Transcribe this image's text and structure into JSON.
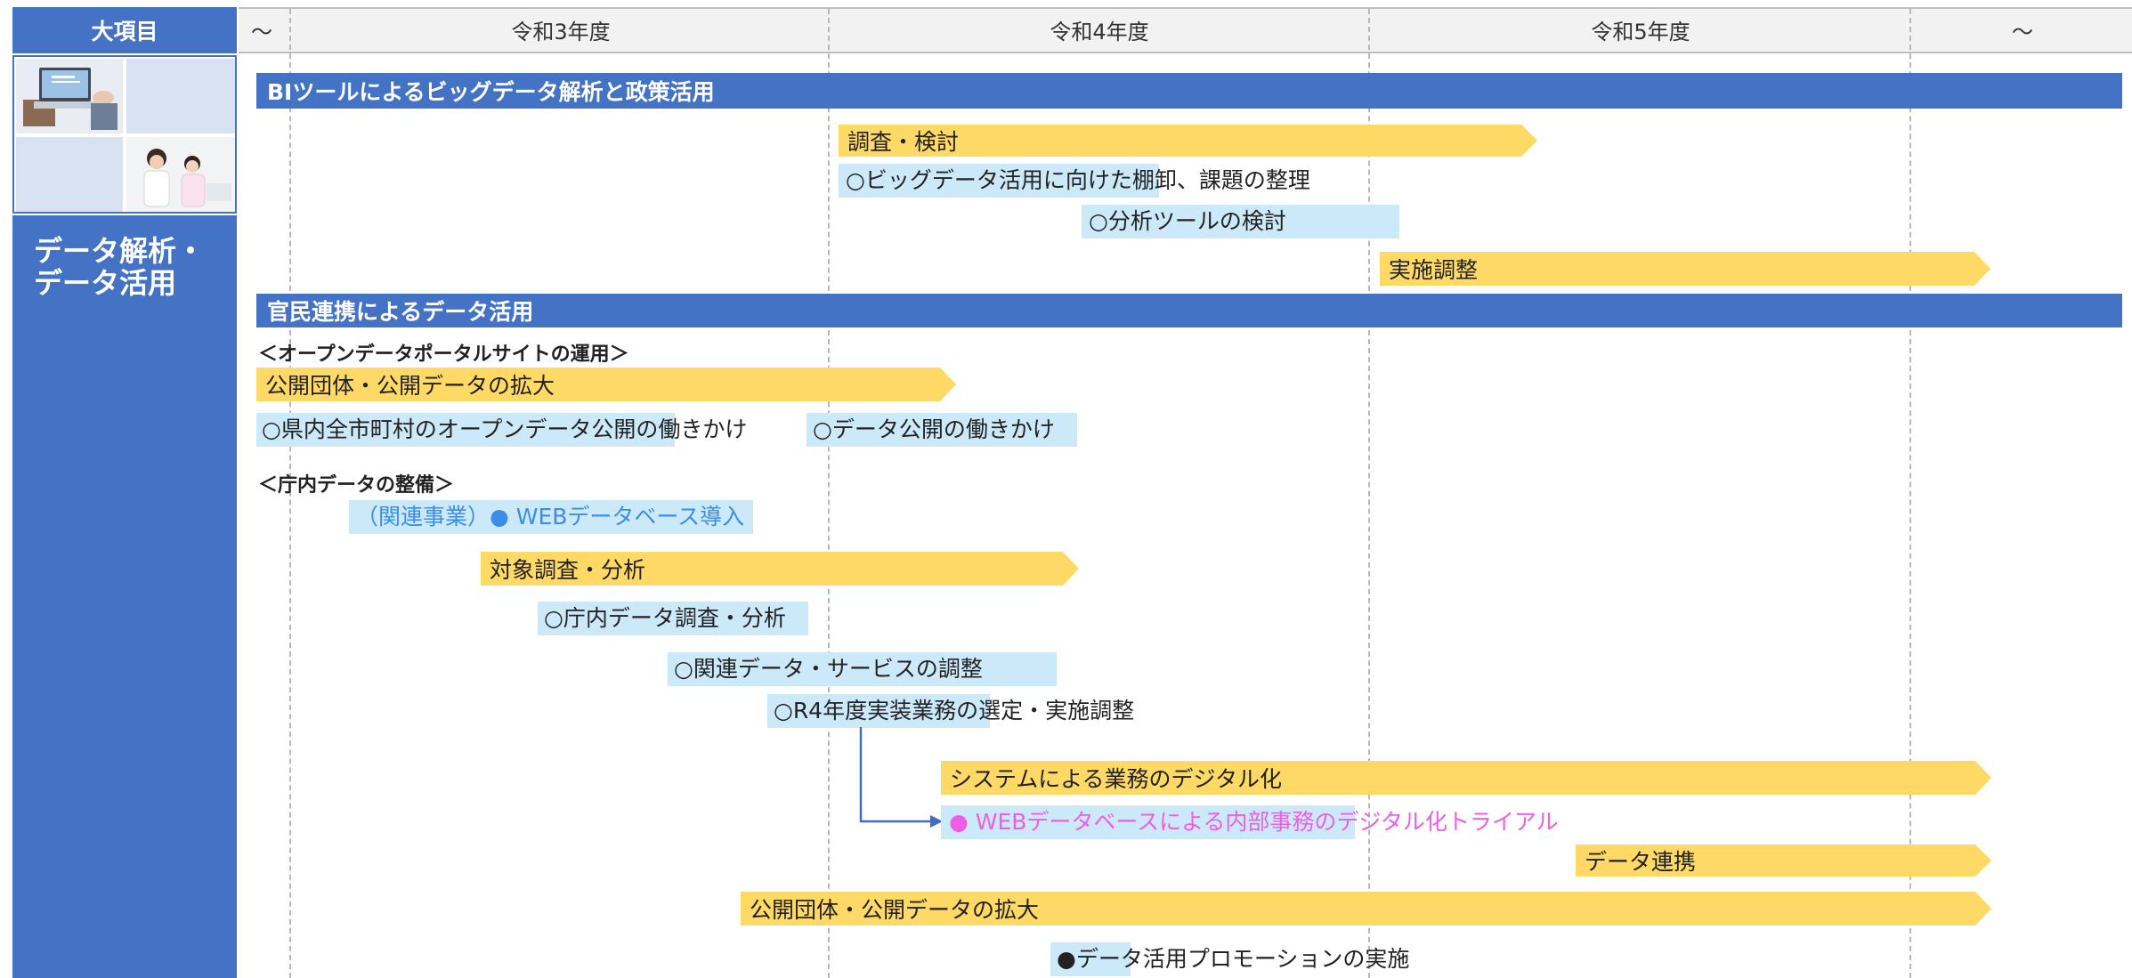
{
  "header": {
    "col_label": "大項目",
    "start_mark": "〜",
    "years": [
      "令和3年度",
      "令和4年度",
      "令和5年度"
    ],
    "end_mark": "〜"
  },
  "sidebar": {
    "category_label": "データ解析・\nデータ活用"
  },
  "colors": {
    "blue": "#4472c4",
    "yellow": "#ffd966",
    "light_blue": "#cce9fa",
    "related_text": "#3a8ee6",
    "trial_text": "#ee5ee5"
  },
  "sections": [
    {
      "title": "BIツールによるビッグデータ解析と政策活用",
      "items": [
        {
          "type": "arrow",
          "label": "調査・検討"
        },
        {
          "type": "task",
          "label": "○ビッグデータ活用に向けた棚卸、課題の整理"
        },
        {
          "type": "task",
          "label": "○分析ツールの検討"
        },
        {
          "type": "arrow",
          "label": "実施調整"
        }
      ]
    },
    {
      "title": "官民連携によるデータ活用",
      "subsections": [
        {
          "heading": "＜オープンデータポータルサイトの運用＞",
          "items": [
            {
              "type": "arrow",
              "label": "公開団体・公開データの拡大"
            },
            {
              "type": "task",
              "label": "○県内全市町村のオープンデータ公開の働きかけ"
            },
            {
              "type": "task",
              "label": "○データ公開の働きかけ"
            }
          ]
        },
        {
          "heading": "＜庁内データの整備＞",
          "items": [
            {
              "type": "related",
              "label": "（関連事業）● WEBデータベース導入"
            },
            {
              "type": "arrow",
              "label": "対象調査・分析"
            },
            {
              "type": "task",
              "label": "○庁内データ調査・分析"
            },
            {
              "type": "task",
              "label": "○関連データ・サービスの調整"
            },
            {
              "type": "task",
              "label": "○R4年度実装業務の選定・実施調整"
            },
            {
              "type": "arrow",
              "label": "システムによる業務のデジタル化"
            },
            {
              "type": "trial",
              "label": "● WEBデータベースによる内部事務のデジタル化トライアル"
            },
            {
              "type": "arrow",
              "label": "データ連携"
            },
            {
              "type": "arrow",
              "label": "公開団体・公開データの拡大"
            },
            {
              "type": "task",
              "label": "●データ活用プロモーションの実施"
            }
          ]
        }
      ]
    }
  ]
}
